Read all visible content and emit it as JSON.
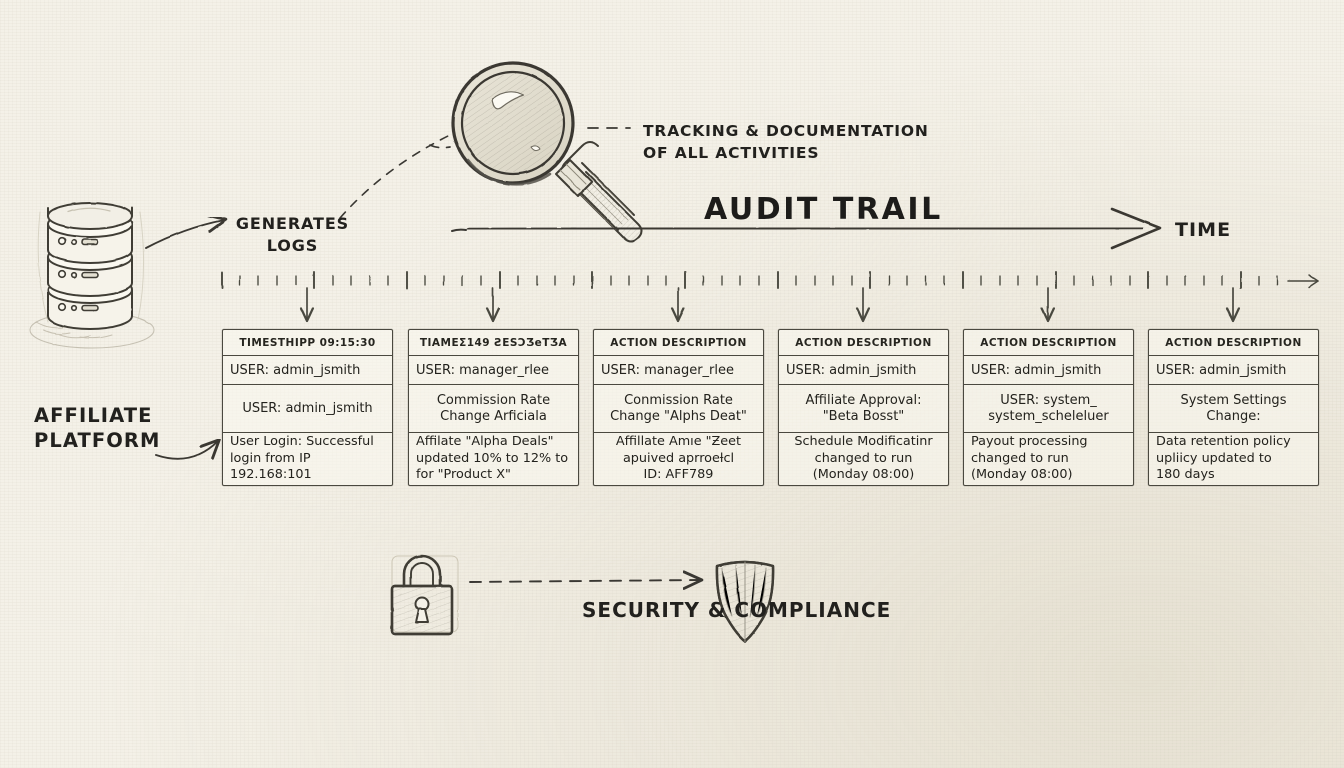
{
  "diagram": {
    "title": "AUDIT TRAIL",
    "time_axis_label": "TIME",
    "callout_tracking": "TRACKING & DOCUMENTATION\nOF ALL ACTIVITIES",
    "generates_logs_label": "GENERATES\nLOGS",
    "platform_label": "AFFILIATE\nPLATFORM",
    "security_label": "SECURITY & COMPLIANCE"
  },
  "icons": {
    "magnifier": "magnifying-glass-icon",
    "database": "database-stack-icon",
    "lock": "padlock-icon",
    "shield": "shield-icon"
  },
  "colors": {
    "paper": "#f4f1e8",
    "ink": "#2b2b28",
    "card_border": "#4a483f",
    "card_fill": "#faf8f0"
  },
  "log_entries": [
    {
      "header": "TIMESTHIPP 09:15:30",
      "user": "USER: admin_jsmith",
      "action": "USER: admin_jsmith",
      "description": "User Login: Successful\nlogin from IP\n192.168:101"
    },
    {
      "header": "TIAMEƩ149 ƧESƆƷeTƷA",
      "user": "USER: manager_rlee",
      "action": "Commission Rate\nChange Arficiala",
      "description": "Affilate \"Alpha Deals\"\nupdated 10% to 12% to\nfor \"Product X\""
    },
    {
      "header": "ACTION DESCRIPTION",
      "user": "USER: manager_rlee",
      "action": "Conmission Rate\nChange \"Alphs Deat\"",
      "description": "Affillate Amıe \"Ƶeet\napuived aprroeƚcl\nID: AFF789"
    },
    {
      "header": "ACTION DESCRIPTION",
      "user": "USER: admin_jsmith",
      "action": "Affiliate Approval:\n\"Beta Bosst\"",
      "description": "Schedule Modificatinr\nchanged to run\n(Monday 08:00)"
    },
    {
      "header": "ACTION DESCRIPTION",
      "user": "USER: admin_jsmith",
      "action": "USER: system_\nsystem_scheleluer",
      "description": "Payout processing\nchanged to run\n(Monday 08:00)"
    },
    {
      "header": "ACTION DESCRIPTION",
      "user": "USER: admin_jsmith",
      "action": "System Settings\nChange:",
      "description": "Data retention policy\nupliicy updated to\n180 days"
    }
  ]
}
